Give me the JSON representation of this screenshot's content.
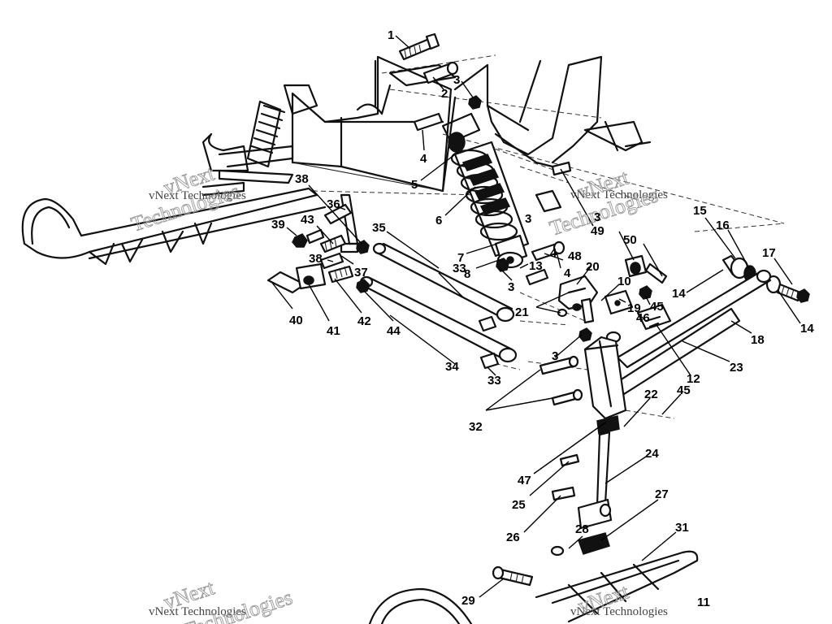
{
  "watermark": {
    "line1": "vNext Technologies",
    "big1": "vNext",
    "big2": "Technologies"
  },
  "callouts": [
    "1",
    "2",
    "3",
    "3",
    "4",
    "4",
    "5",
    "6",
    "7",
    "8",
    "13",
    "3",
    "48",
    "4",
    "20",
    "21",
    "10",
    "19",
    "45",
    "46",
    "12",
    "3",
    "32",
    "33",
    "34",
    "33",
    "35",
    "36",
    "38",
    "39",
    "43",
    "38",
    "37",
    "40",
    "41",
    "42",
    "44",
    "3",
    "49",
    "50",
    "15",
    "16",
    "17",
    "14",
    "14",
    "18",
    "23",
    "22",
    "45",
    "47",
    "24",
    "25",
    "26",
    "27",
    "28",
    "31",
    "29",
    "11"
  ]
}
